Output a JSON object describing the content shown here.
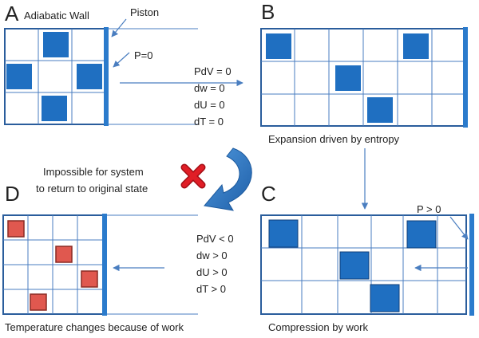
{
  "panels": {
    "A": {
      "letter": "A",
      "wall_label": "Adiabatic Wall",
      "piston_label": "Piston",
      "pressure_label": "P=0"
    },
    "B": {
      "letter": "B",
      "caption": "Expansion driven by entropy"
    },
    "C": {
      "letter": "C",
      "caption": "Compression by work",
      "pressure_label": "P > 0"
    },
    "D": {
      "letter": "D",
      "caption": "Temperature changes because of work"
    }
  },
  "equations_ab": [
    "PdV = 0",
    "dw = 0",
    "dU = 0",
    "dT = 0"
  ],
  "equations_cd": [
    "PdV < 0",
    "dw > 0",
    "dU > 0",
    "dT > 0"
  ],
  "note": [
    "Impossible for system",
    "to return to original state"
  ],
  "colors": {
    "blue_particle": "#1f6fc1",
    "red_particle": "#e0584f",
    "grid": "#4a7ec0",
    "piston": "#2b7bcc",
    "cross": "#e01e26",
    "curved_arrow": "#2f7ec9"
  },
  "icons": {
    "blocked": "red-x-icon"
  }
}
